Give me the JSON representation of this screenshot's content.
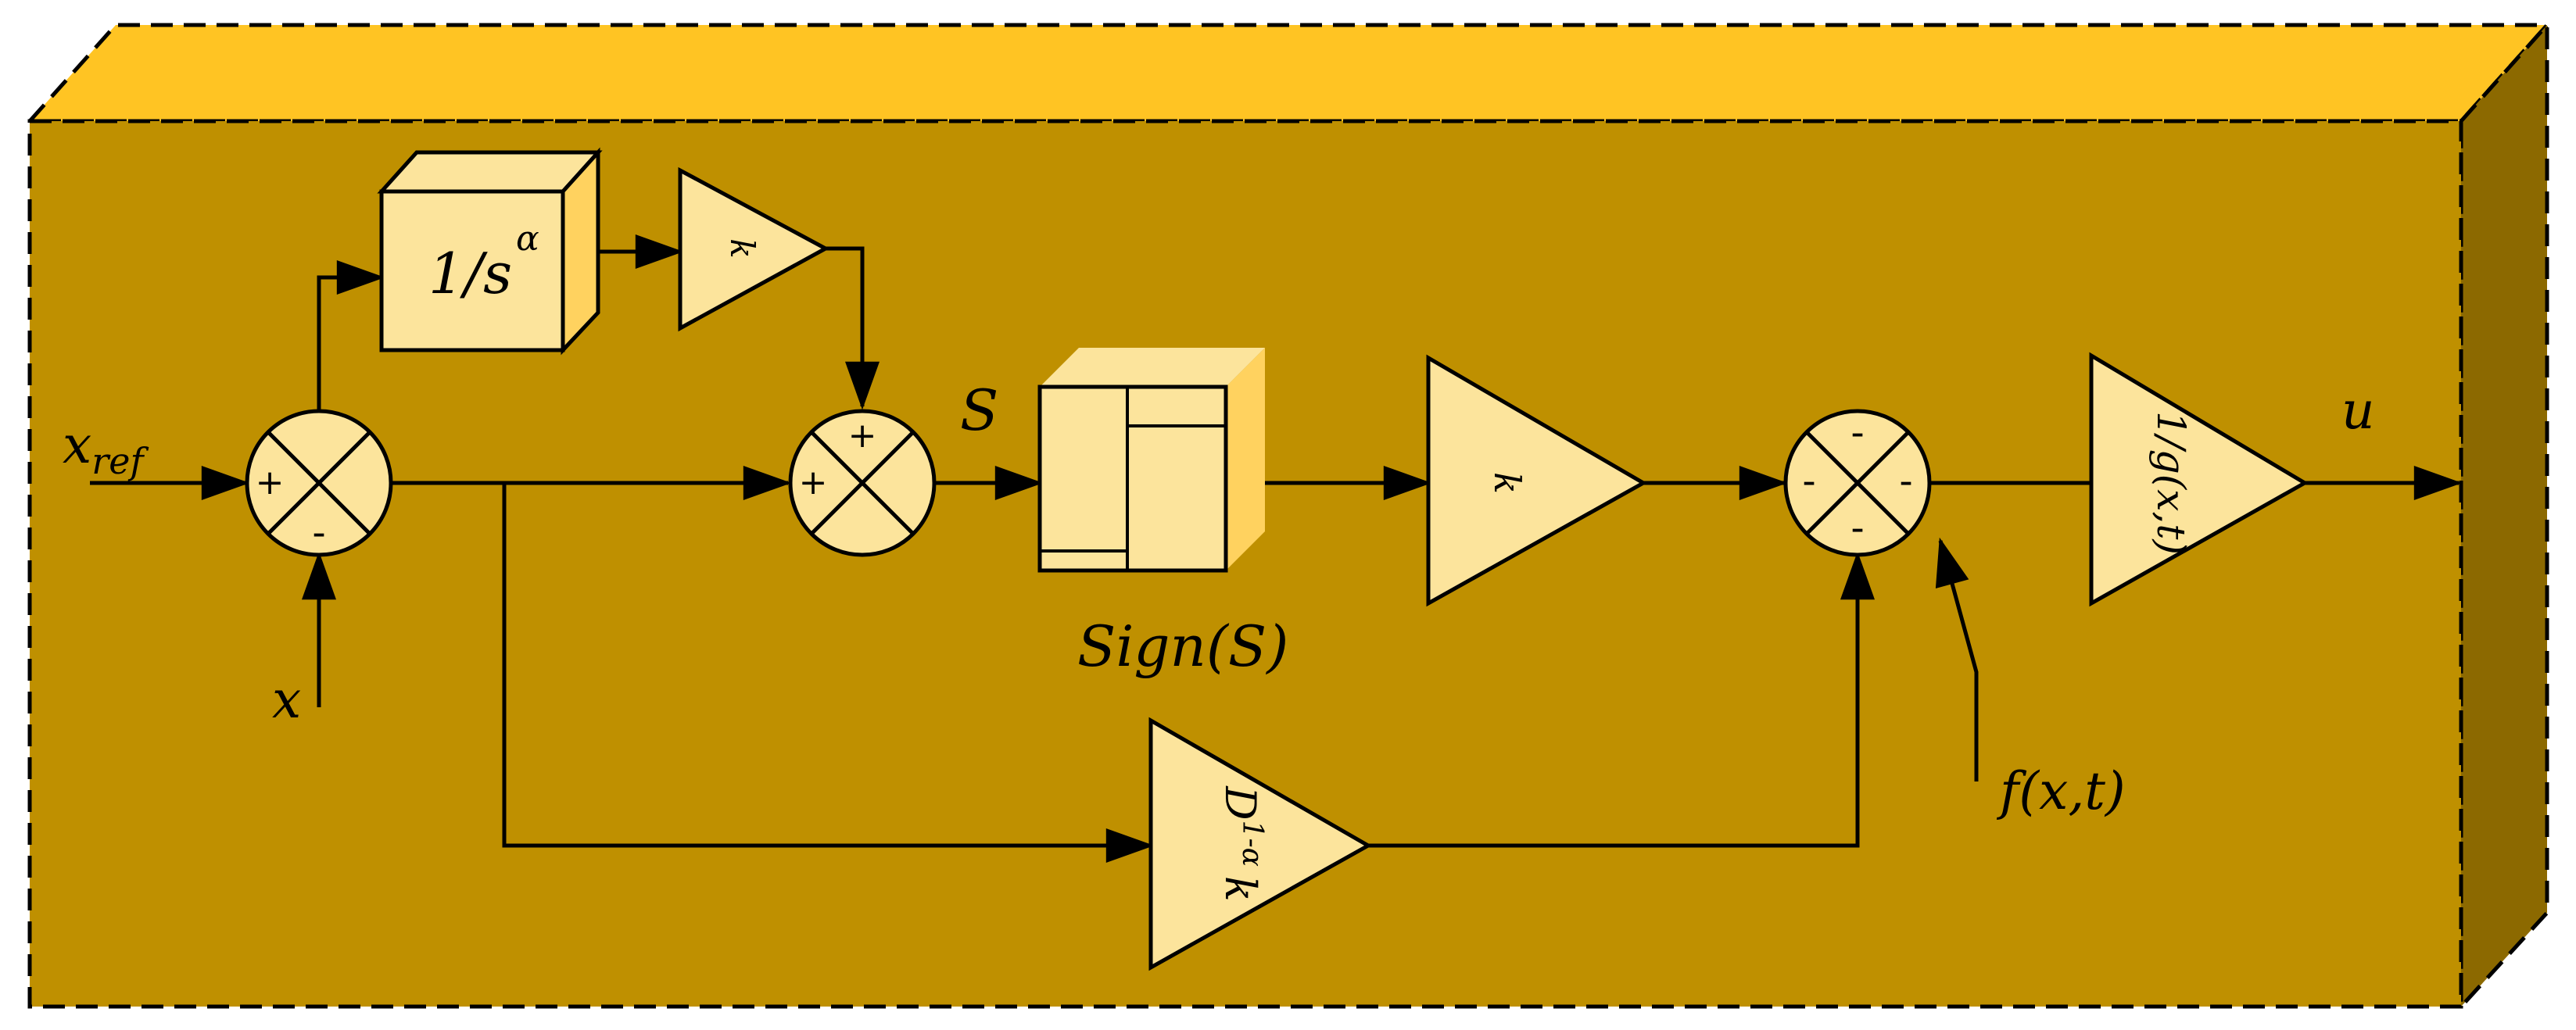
{
  "diagram": {
    "colors": {
      "panel_front": "#bf9000",
      "panel_top": "#ffc423",
      "panel_side": "#8c6900",
      "block_fill": "#fce49c",
      "block_shade": "#ffd25f",
      "line": "#000000"
    },
    "labels": {
      "x_ref_base": "x",
      "x_ref_sub": "ref",
      "x_in": "x",
      "s_signal": "S",
      "sign_block": "Sign(S)",
      "disturbance": "f(x,t)",
      "output": "u"
    },
    "blocks": {
      "integrator_base": "1/s",
      "integrator_exp": "α",
      "gain_upper": "k",
      "gain_main": "k",
      "frac_gain_base": "D",
      "frac_gain_exp": "1-α",
      "frac_gain_k": "k",
      "inv_g": "1/g(x,t)"
    },
    "sums": {
      "sum1": {
        "left": "+",
        "bottom": "-"
      },
      "sum2": {
        "left": "+",
        "top": "+"
      },
      "sum3": {
        "left": "-",
        "top": "-",
        "right": "-",
        "bottom": "-"
      }
    }
  }
}
